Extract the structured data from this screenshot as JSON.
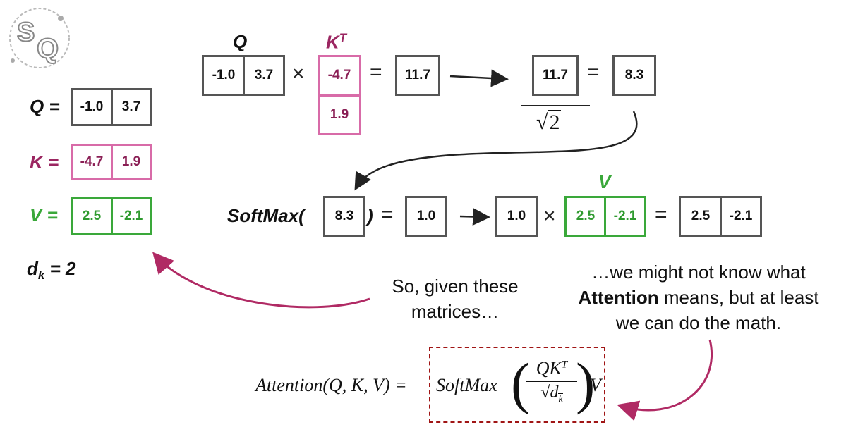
{
  "left_panel": {
    "q_label": "Q =",
    "q_values": [
      "-1.0",
      "3.7"
    ],
    "k_label": "K =",
    "k_values": [
      "-4.7",
      "1.9"
    ],
    "v_label": "V =",
    "v_values": [
      "2.5",
      "-2.1"
    ],
    "dk_label": "d",
    "dk_sub": "k",
    "dk_value": "= 2"
  },
  "row1": {
    "q_header": "Q",
    "k_header": "K",
    "k_header_sup": "T",
    "q_values": [
      "-1.0",
      "3.7"
    ],
    "times": "×",
    "kt_values": [
      "-4.7",
      "1.9"
    ],
    "equals": "=",
    "product": "11.7",
    "scaled_numerator": "11.7",
    "sqrt_value": "2",
    "equals2": "=",
    "scaled_result": "8.3"
  },
  "row2": {
    "softmax_label": "SoftMax(",
    "softmax_input": "8.3",
    "close_paren": ")",
    "equals": "=",
    "softmax_output": "1.0",
    "weight": "1.0",
    "times": "×",
    "v_header": "V",
    "v_values": [
      "2.5",
      "-2.1"
    ],
    "equals2": "=",
    "result_values": [
      "2.5",
      "-2.1"
    ]
  },
  "notes": {
    "given_line1": "So, given these",
    "given_line2": "matrices…",
    "attention_line1": "…we might not know what",
    "attention_bold": "Attention",
    "attention_line2_rest": " means, but at least",
    "attention_line3": "we can do the math."
  },
  "formula": {
    "lhs": "Attention(Q, K, V) =",
    "softmax": "SoftMax",
    "numerator": "QK",
    "numerator_sup": "T",
    "denominator": "d",
    "denominator_sub": "k",
    "trailing": "V"
  },
  "colors": {
    "pink": "#d86ba8",
    "dark_pink": "#9b2661",
    "green": "#3aa83a",
    "gray_border": "#555555",
    "arrow_magenta": "#b02a64",
    "formula_border": "#a01515"
  },
  "icons": [
    "statquest-logo",
    "right-arrow-icon",
    "curved-arrow-icon"
  ]
}
